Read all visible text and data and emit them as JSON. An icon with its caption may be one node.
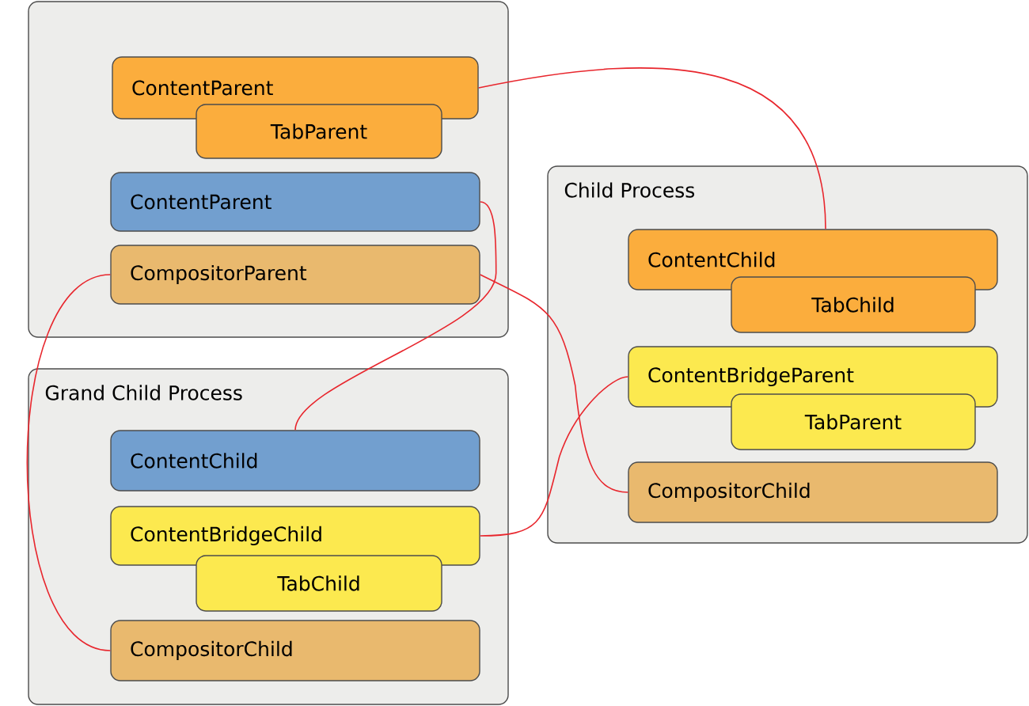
{
  "diagram": {
    "nodes": [
      {
        "text": [],
        "shape": "box"
      },
      {
        "text": [
          "ContentParent"
        ],
        "in": 0
      },
      {
        "text": [
          "TabParent"
        ],
        "in": 0
      },
      {
        "text": [
          "ContentParent"
        ],
        "in": 0
      },
      {
        "text": [
          "CompositorParent"
        ],
        "in": 0
      },
      {
        "text": [
          "Child Process"
        ]
      },
      {
        "text": [
          "ContentChild"
        ],
        "in": 5
      },
      {
        "text": [
          "TabChild"
        ],
        "in": 5
      },
      {
        "text": [
          "ContentBridgeParent"
        ],
        "in": 5
      },
      {
        "text": [
          "TabParent"
        ],
        "in": 5
      },
      {
        "text": [
          "CompositorChild"
        ],
        "in": 5
      },
      {
        "text": [
          "Grand Child Process"
        ]
      },
      {
        "text": [
          "ContentChild"
        ],
        "in": 11
      },
      {
        "text": [
          "ContentBridgeChild"
        ],
        "in": 11
      },
      {
        "text": [
          "TabChild"
        ],
        "in": 11
      },
      {
        "text": [
          "CompositorChild"
        ],
        "in": 11
      }
    ],
    "edges": [
      {
        "from": 1,
        "to": 6,
        "arrow": "none"
      },
      {
        "from": 3,
        "to": 12,
        "arrow": "none"
      },
      {
        "from": 4,
        "to": 15,
        "arrow": "none"
      },
      {
        "from": 4,
        "to": 10,
        "arrow": "none"
      },
      {
        "from": 13,
        "to": 8,
        "arrow": "none"
      }
    ]
  }
}
